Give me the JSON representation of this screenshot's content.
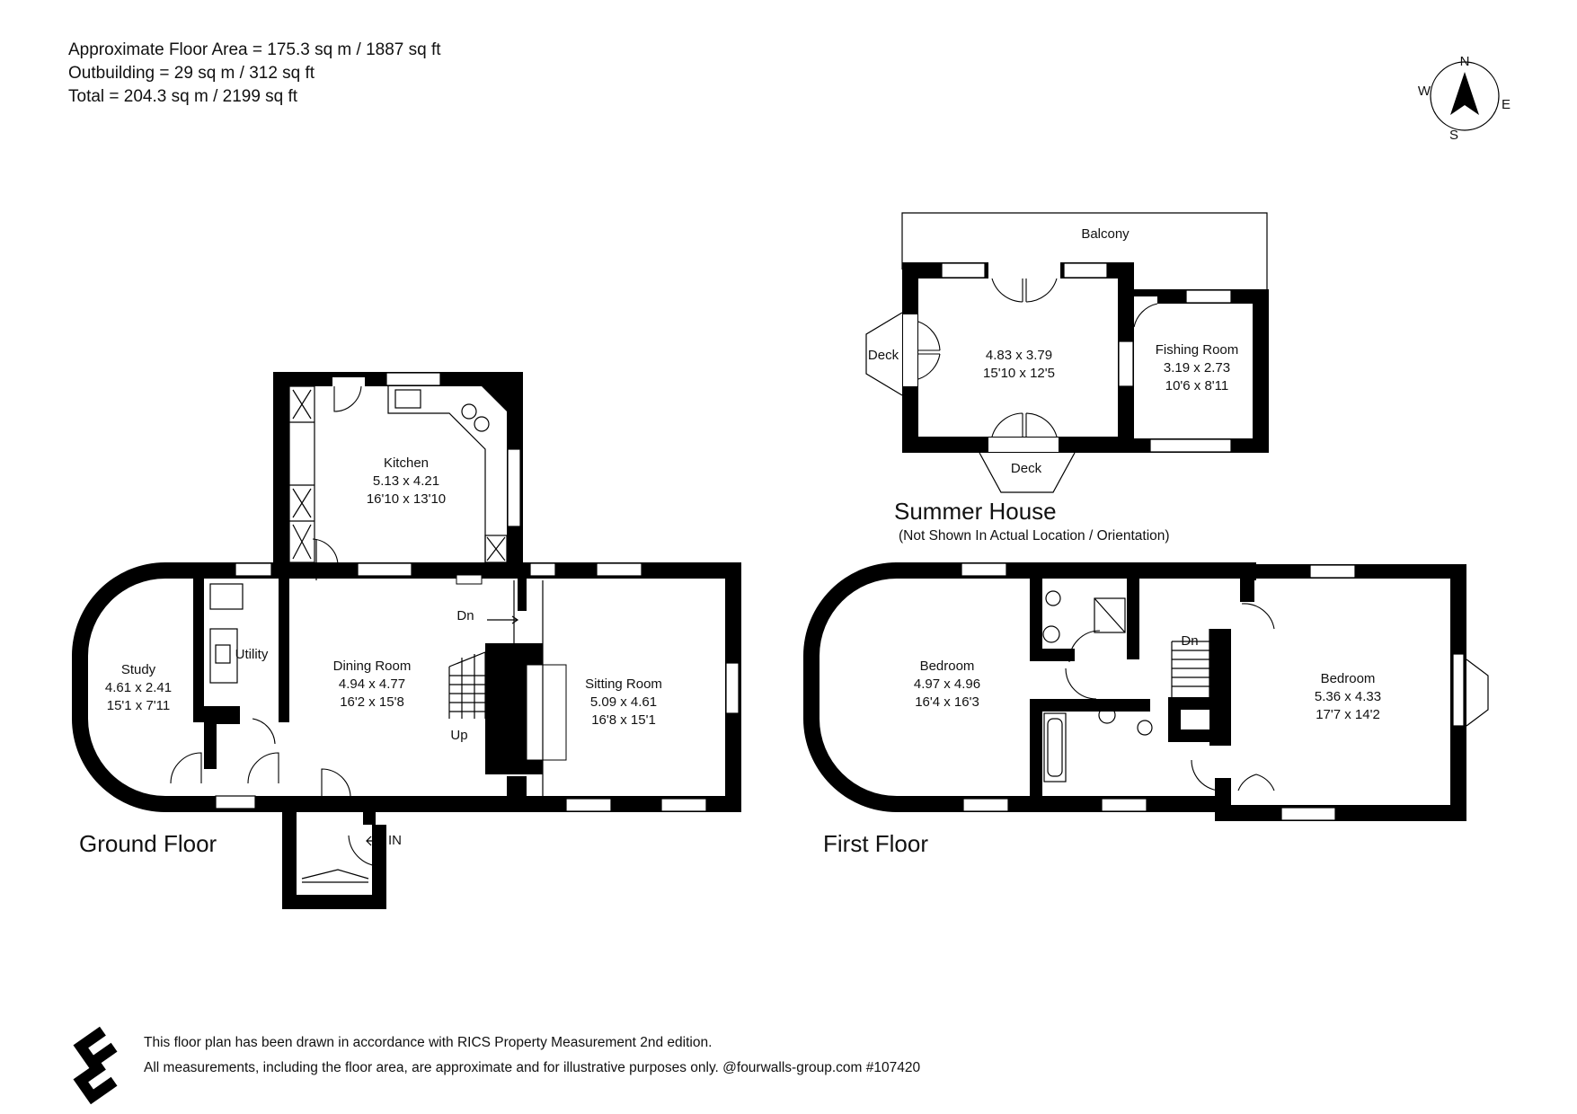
{
  "header": {
    "floor_area": "Approximate Floor Area = 175.3 sq m / 1887 sq ft",
    "outbuilding": "Outbuilding = 29 sq m / 312 sq ft",
    "total": "Total = 204.3 sq m / 2199 sq ft"
  },
  "compass": {
    "n": "N",
    "e": "E",
    "s": "S",
    "w": "W"
  },
  "ground_floor": {
    "title": "Ground Floor",
    "kitchen": {
      "name": "Kitchen",
      "metric": "5.13 x 4.21",
      "imperial": "16'10 x 13'10"
    },
    "study": {
      "name": "Study",
      "metric": "4.61 x 2.41",
      "imperial": "15'1 x 7'11"
    },
    "utility": {
      "name": "Utility"
    },
    "dining": {
      "name": "Dining Room",
      "metric": "4.94 x 4.77",
      "imperial": "16'2 x 15'8"
    },
    "sitting": {
      "name": "Sitting Room",
      "metric": "5.09 x 4.61",
      "imperial": "16'8 x 15'1"
    },
    "dn": "Dn",
    "up": "Up",
    "entrance": "IN"
  },
  "first_floor": {
    "title": "First Floor",
    "bedroom1": {
      "name": "Bedroom",
      "metric": "4.97 x 4.96",
      "imperial": "16'4 x 16'3"
    },
    "bedroom2": {
      "name": "Bedroom",
      "metric": "5.36 x 4.33",
      "imperial": "17'7 x 14'2"
    },
    "dn": "Dn"
  },
  "summer_house": {
    "title": "Summer House",
    "note": "(Not Shown In Actual Location / Orientation)",
    "balcony": "Balcony",
    "deck_left": "Deck",
    "deck_bottom": "Deck",
    "main_room": {
      "metric": "4.83 x 3.79",
      "imperial": "15'10 x 12'5"
    },
    "fishing": {
      "name": "Fishing Room",
      "metric": "3.19 x 2.73",
      "imperial": "10'6 x 8'11"
    }
  },
  "footer": {
    "line1": "This floor plan has been drawn in accordance with RICS Property Measurement 2nd edition.",
    "line2": "All measurements, including the floor area, are approximate and for illustrative purposes only. @fourwalls-group.com #107420"
  }
}
